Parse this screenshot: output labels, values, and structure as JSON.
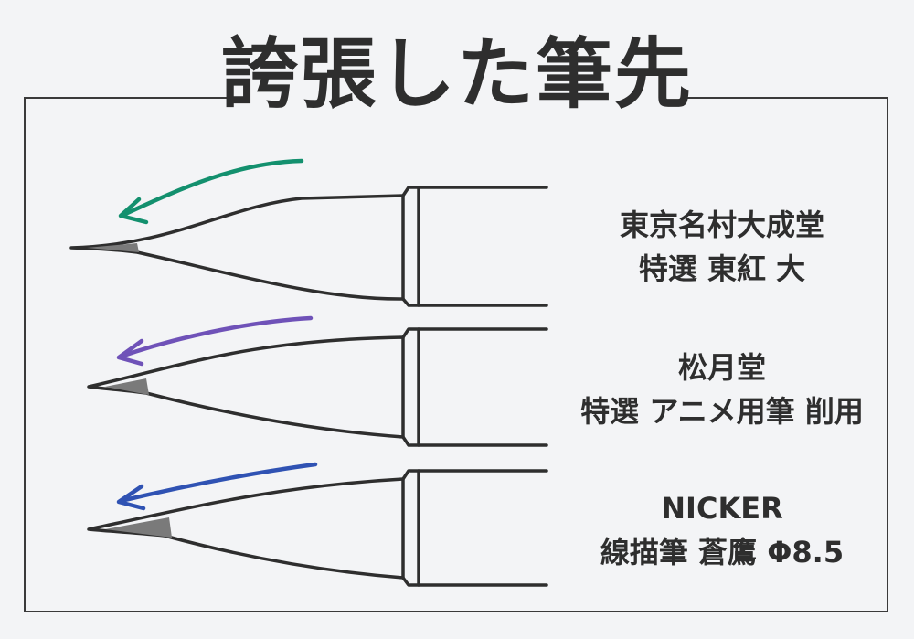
{
  "title": "誇張した筆先",
  "brushes": [
    {
      "line1": "東京名村大成堂",
      "line2": "特選 東紅 大",
      "arrow_color": "#13906e"
    },
    {
      "line1": "松月堂",
      "line2": "特選 アニメ用筆 削用",
      "arrow_color": "#6f52b8"
    },
    {
      "line1": "NICKER",
      "line2": "線描筆 蒼鷹 Φ8.5",
      "arrow_color": "#2f52b3"
    }
  ],
  "colors": {
    "background": "#f3f4f6",
    "ink": "#2e2e2e",
    "tip_shade": "#8a8a8a"
  }
}
